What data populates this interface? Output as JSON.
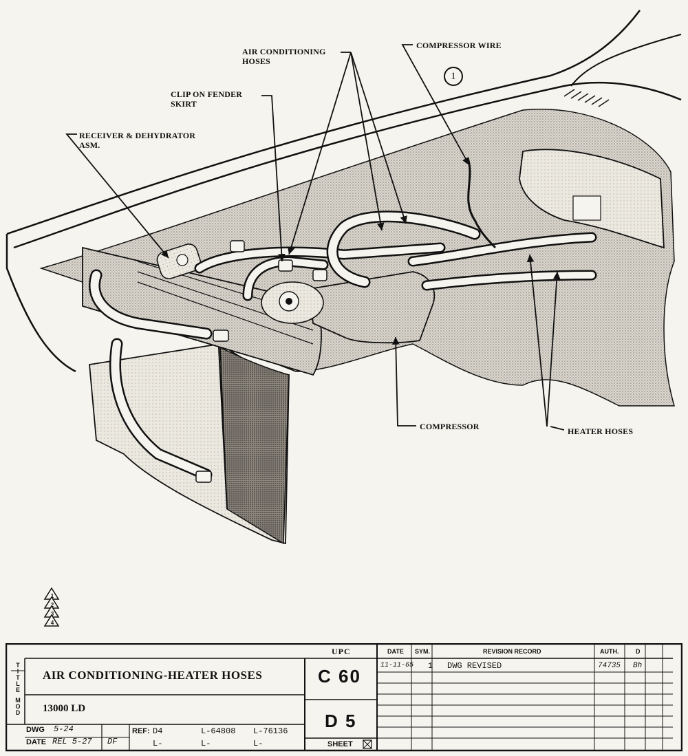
{
  "drawing": {
    "sheet_number": "1",
    "callouts": {
      "air_conditioning_hoses": [
        "AIR CONDITIONING",
        "HOSES"
      ],
      "compressor_wire": "COMPRESSOR WIRE",
      "clip_on_fender_skirt": [
        "CLIP ON FENDER",
        "SKIRT"
      ],
      "receiver_dehydrator": [
        "RECEIVER & DEHYDRATOR",
        "ASM."
      ],
      "compressor": "COMPRESSOR",
      "heater_hoses": "HEATER HOSES"
    },
    "revision_triangles": [
      "1",
      "2",
      "3",
      "4"
    ]
  },
  "title_block": {
    "title_tag": "TITLE",
    "title": "AIR CONDITIONING-HEATER HOSES",
    "model_tag": "MOD",
    "model": "13000 LD",
    "dwg_label": "DWG",
    "dwg_value": "5-24",
    "date_label": "DATE",
    "date_value": "REL 5-27",
    "ref_label": "REF:",
    "ref_value": "D4",
    "ref_other": [
      "L-64808",
      "L-76136"
    ],
    "ref_blanks": [
      "L-",
      "L-",
      "L-"
    ],
    "initials": "DF",
    "upc_label": "UPC",
    "upc_value": "C 60",
    "group_value": "D 5",
    "sheet_label": "SHEET",
    "revision": {
      "headers": [
        "DATE",
        "SYM.",
        "REVISION RECORD",
        "AUTH.",
        "D"
      ],
      "rows": [
        {
          "date": "11-11-65",
          "sym": "1",
          "record": "DWG REVISED",
          "auth": "74735",
          "by": "Bh"
        }
      ]
    }
  },
  "colors": {
    "paper": "#f6f4ee",
    "ink": "#1a1a1a",
    "shade": "#8a8680",
    "dark": "#4a4542"
  }
}
